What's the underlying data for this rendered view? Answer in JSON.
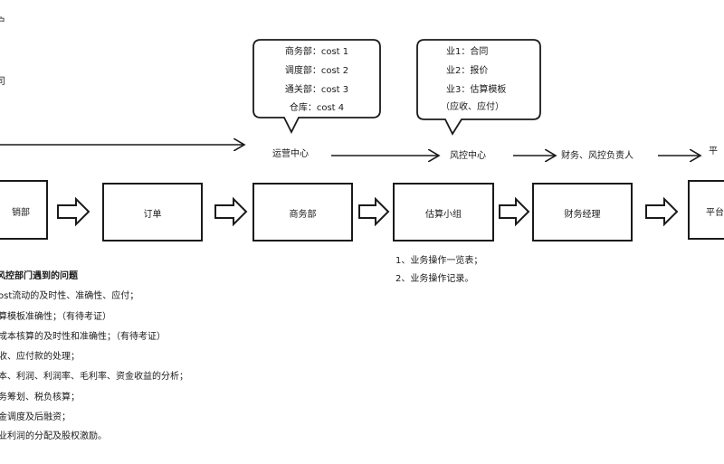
{
  "left_edge_glyphs": [
    "户",
    "",
    "司",
    ""
  ],
  "bubble_left": {
    "lines": [
      "商务部：cost 1",
      "调度部：cost 2",
      "通关部：cost 3",
      "仓库：cost 4"
    ]
  },
  "bubble_right": {
    "lines": [
      "业1：合同",
      "业2：报价",
      "业3：估算模板",
      "（应收、应付）"
    ]
  },
  "flow_top": {
    "labels": [
      "运营中心",
      "风控中心",
      "财务、风控负责人",
      "平"
    ]
  },
  "process_boxes": [
    "销部",
    "订单",
    "商务部",
    "估算小组",
    "财务经理",
    "平台"
  ],
  "under_box_notes": [
    "1、业务操作一览表；",
    "2、业务操作记录。"
  ],
  "issues": {
    "title": "风控部门遇到的问题",
    "items": [
      "ost流动的及时性、准确性、应付；",
      "算模板准确性；（有待考证）",
      "成本核算的及时性和准确性；（有待考证）",
      "收、应付款的处理；",
      "本、利润、利润率、毛利率、资金收益的分析；",
      "务筹划、税负核算；",
      "金调度及后融资；",
      "业利润的分配及股权激励。"
    ]
  }
}
